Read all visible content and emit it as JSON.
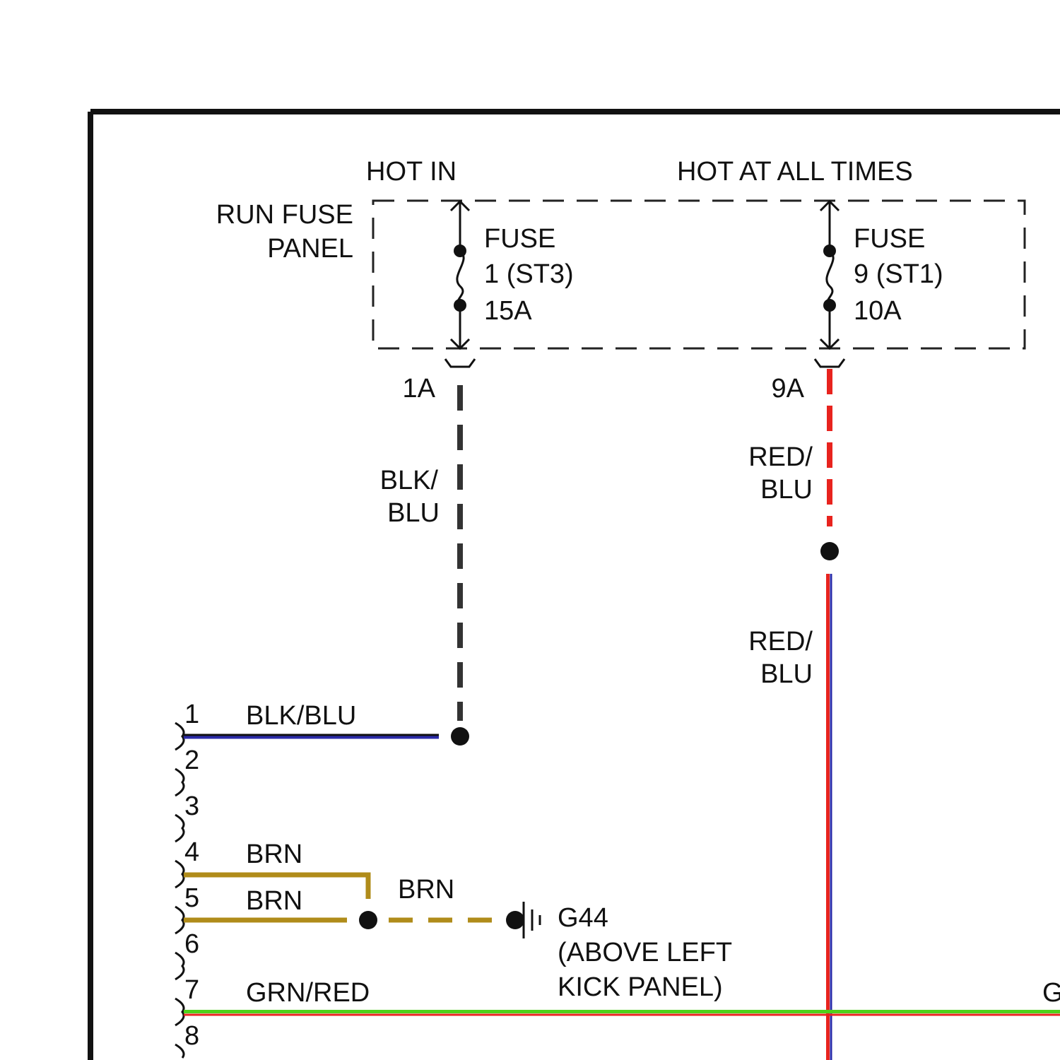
{
  "header": {
    "hot_in": "HOT IN",
    "hot_at_all_times": "HOT AT ALL TIMES"
  },
  "fuse_panel": {
    "label_line1": "RUN FUSE",
    "label_line2": "PANEL"
  },
  "fuse1": {
    "line1": "FUSE",
    "line2": "1 (ST3)",
    "line3": "15A",
    "connector": "1A"
  },
  "fuse9": {
    "line1": "FUSE",
    "line2": "9 (ST1)",
    "line3": "10A",
    "connector": "9A"
  },
  "wires": {
    "blk_blu_vertical_line1": "BLK/",
    "blk_blu_vertical_line2": "BLU",
    "red_blu_upper_line1": "RED/",
    "red_blu_upper_line2": "BLU",
    "red_blu_lower_line1": "RED/",
    "red_blu_lower_line2": "BLU",
    "pin1_wire": "BLK/BLU",
    "pin4_wire": "BRN",
    "pin5_wire": "BRN",
    "ground_wire": "BRN",
    "pin7_wire": "GRN/RED",
    "pin7_wire_right_partial": "G"
  },
  "ground": {
    "name": "G44",
    "location_line1": "(ABOVE LEFT",
    "location_line2": "KICK PANEL)"
  },
  "connector_pins": [
    "1",
    "2",
    "3",
    "4",
    "5",
    "6",
    "7",
    "8"
  ],
  "colors": {
    "border": "#111111",
    "blk_blu_dashed": "#333333",
    "blue": "#2a2aa8",
    "red": "#e8231e",
    "brown": "#b08c1a",
    "green": "#4fd11a"
  }
}
